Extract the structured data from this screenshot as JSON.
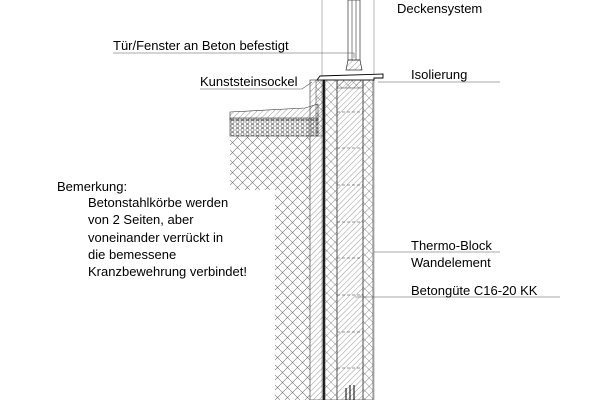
{
  "labels": {
    "deckensystem": "Deckensystem",
    "tuer_fenster": "Tür/Fenster an Beton befestigt",
    "kunststeinsockel": "Kunststeinsockel",
    "isolierung": "Isolierung",
    "thermo_block": "Thermo-Block",
    "wandelement": "Wandelement",
    "betonguete": "Betongüte C16-20 KK"
  },
  "note": {
    "title": "Bemerkung:",
    "lines": [
      "Betonstahlkörbe werden",
      "von 2 Seiten, aber",
      "voneinander verrückt in",
      "die bemessene",
      "Kranzbewehrung verbindet!"
    ]
  }
}
